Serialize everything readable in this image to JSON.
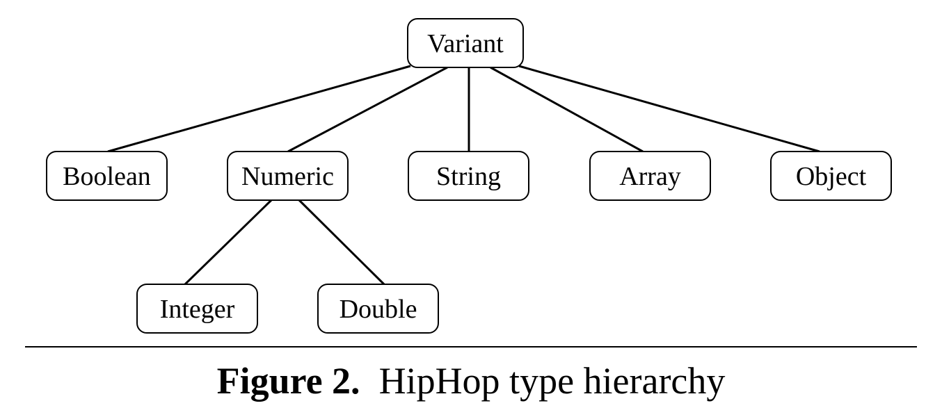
{
  "diagram": {
    "nodes": [
      {
        "id": "variant",
        "label": "Variant"
      },
      {
        "id": "boolean",
        "label": "Boolean"
      },
      {
        "id": "numeric",
        "label": "Numeric"
      },
      {
        "id": "string",
        "label": "String"
      },
      {
        "id": "array",
        "label": "Array"
      },
      {
        "id": "object",
        "label": "Object"
      },
      {
        "id": "integer",
        "label": "Integer"
      },
      {
        "id": "double",
        "label": "Double"
      }
    ],
    "edges": [
      {
        "from": "variant",
        "to": "boolean"
      },
      {
        "from": "variant",
        "to": "numeric"
      },
      {
        "from": "variant",
        "to": "string"
      },
      {
        "from": "variant",
        "to": "array"
      },
      {
        "from": "variant",
        "to": "object"
      },
      {
        "from": "numeric",
        "to": "integer"
      },
      {
        "from": "numeric",
        "to": "double"
      }
    ]
  },
  "caption": {
    "label": "Figure 2.",
    "text": "HipHop type hierarchy"
  }
}
